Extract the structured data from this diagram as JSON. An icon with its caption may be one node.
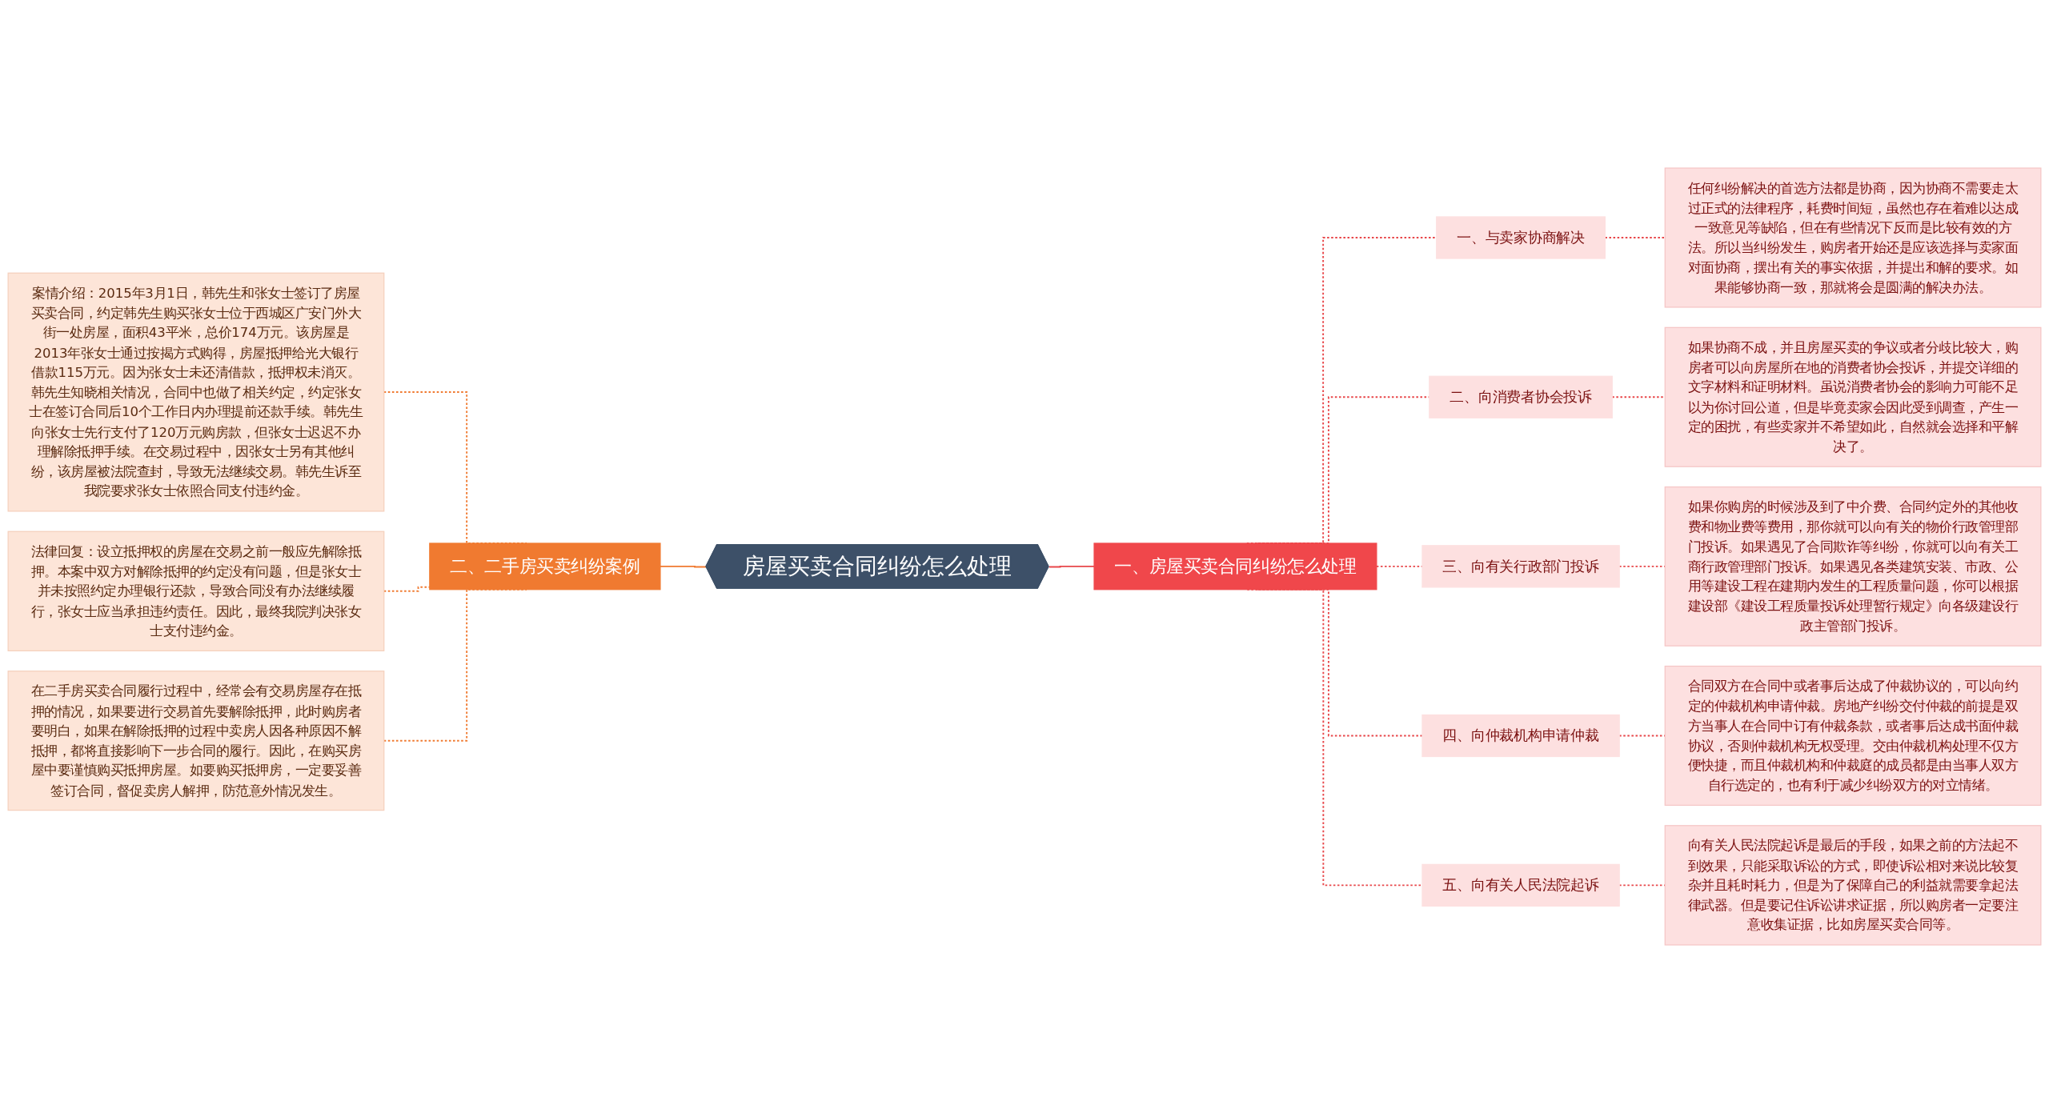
{
  "diagram": {
    "nodes": [
      {
        "text": [
          "房屋买卖合同纠纷怎么处理"
        ]
      },
      {
        "text": [
          "一、房屋买卖合同纠纷怎么处理"
        ]
      },
      {
        "text": [
          "一、与卖家协商解决"
        ]
      },
      {
        "text": [
          "任何纠纷解决的首选方法都是协商，因为协商不需要走太过正式的法律程序，耗费时间短，虽然也存在着难以达成一致意见等缺陷，但在有些情况下反而是比较有效的方法。所以当纠纷发生，购房者开始还是应该选择与卖家面对面协商，摆出有关的事实依据，并提出和解的要求。如果能够协商一致，那就将会是圆满的解决办法。"
        ]
      },
      {
        "text": [
          "二、向消费者协会投诉"
        ]
      },
      {
        "text": [
          "如果协商不成，并且房屋买卖的争议或者分歧比较大，购房者可以向房屋所在地的消费者协会投诉，并提交详细的文字材料和证明材料。虽说消费者协会的影响力可能不足以为你讨回公道，但是毕竟卖家会因此受到调查，产生一定的困扰，有些卖家并不希望如此，自然就会选择和平解决了。"
        ]
      },
      {
        "text": [
          "三、向有关行政部门投诉"
        ]
      },
      {
        "text": [
          "如果你购房的时候涉及到了中介费、合同约定外的其他收费和物业费等费用，那你就可以向有关的物价行政管理部门投诉。如果遇见了合同欺诈等纠纷，你就可以向有关工商行政管理部门投诉。如果遇见各类建筑安装、市政、公用等建设工程在建期内发生的工程质量问题，你可以根据建设部《建设工程质量投诉处理暂行规定》向各级建设行政主管部门投诉。"
        ]
      },
      {
        "text": [
          "四、向仲裁机构申请仲裁"
        ]
      },
      {
        "text": [
          "合同双方在合同中或者事后达成了仲裁协议的，可以向约定的仲裁机构申请仲裁。房地产纠纷交付仲裁的前提是双方当事人在合同中订有仲裁条款，或者事后达成书面仲裁协议，否则仲裁机构无权受理。交由仲裁机构处理不仅方便快捷，而且仲裁机构和仲裁庭的成员都是由当事人双方自行选定的，也有利于减少纠纷双方的对立情绪。"
        ]
      },
      {
        "text": [
          "五、向有关人民法院起诉"
        ]
      },
      {
        "text": [
          "向有关人民法院起诉是最后的手段，如果之前的方法起不到效果，只能采取诉讼的方式，即使诉讼相对来说比较复杂并且耗时耗力，但是为了保障自己的利益就需要拿起法律武器。但是要记住诉讼讲求证据，所以购房者一定要注意收集证据，比如房屋买卖合同等。"
        ]
      },
      {
        "text": [
          "二、二手房买卖纠纷案例"
        ]
      },
      {
        "text": [
          "案情介绍：2015年3月1日，韩先生和张女士签订了房屋买卖合同，约定韩先生购买张女士位于西城区广安门外大街一处房屋，面积43平米，总价174万元。该房屋是2013年张女士通过按揭方式购得，房屋抵押给光大银行借款115万元。因为张女士未还清借款，抵押权未消灭。韩先生知晓相关情况，合同中也做了相关约定，约定张女士在签订合同后10个工作日内办理提前还款手续。韩先生向张女士先行支付了120万元购房款，但张女士迟迟不办理解除抵押手续。在交易过程中，因张女士另有其他纠纷，该房屋被法院查封，导致无法继续交易。韩先生诉至我院要求张女士依照合同支付违约金。"
        ]
      },
      {
        "text": [
          "法律回复：设立抵押权的房屋在交易之前一般应先解除抵押。本案中双方对解除抵押的约定没有问题，但是张女士并未按照约定办理银行还款，导致合同没有办法继续履行，张女士应当承担违约责任。因此，最终我院判决张女士支付违约金。"
        ]
      },
      {
        "text": [
          "在二手房买卖合同履行过程中，经常会有交易房屋存在抵押的情况，如果要进行交易首先要解除抵押，此时购房者要明白，如果在解除抵押的过程中卖房人因各种原因不解抵押，都将直接影响下一步合同的履行。因此，在购买房屋中要谨慎购买抵押房屋。如要购买抵押房，一定要妥善签订合同，督促卖房人解押，防范意外情况发生。"
        ]
      }
    ],
    "edges": [
      {
        "from": 0,
        "to": 1,
        "arrow": "none"
      },
      {
        "from": 1,
        "to": 2,
        "arrow": "none",
        "style": "dashed"
      },
      {
        "from": 2,
        "to": 3,
        "arrow": "none",
        "style": "dashed"
      },
      {
        "from": 1,
        "to": 4,
        "arrow": "none",
        "style": "dashed"
      },
      {
        "from": 4,
        "to": 5,
        "arrow": "none",
        "style": "dashed"
      },
      {
        "from": 1,
        "to": 6,
        "arrow": "none",
        "style": "dashed"
      },
      {
        "from": 6,
        "to": 7,
        "arrow": "none",
        "style": "dashed"
      },
      {
        "from": 1,
        "to": 8,
        "arrow": "none",
        "style": "dashed"
      },
      {
        "from": 8,
        "to": 9,
        "arrow": "none",
        "style": "dashed"
      },
      {
        "from": 1,
        "to": 10,
        "arrow": "none",
        "style": "dashed"
      },
      {
        "from": 10,
        "to": 11,
        "arrow": "none",
        "style": "dashed"
      },
      {
        "from": 12,
        "to": 0,
        "arrow": "none",
        "color": "#f07a30"
      },
      {
        "from": 13,
        "to": 12,
        "arrow": "none",
        "style": "dashed",
        "color": "#f07a30"
      },
      {
        "from": 14,
        "to": 12,
        "arrow": "none",
        "style": "dashed",
        "color": "#f07a30"
      },
      {
        "from": 15,
        "to": 12,
        "arrow": "none",
        "style": "dashed",
        "color": "#f07a30"
      }
    ]
  }
}
